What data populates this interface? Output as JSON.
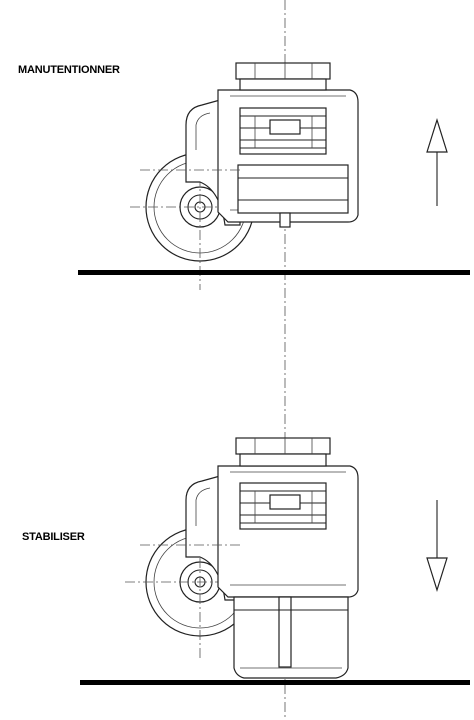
{
  "labels": {
    "handling": "MANUTENTIONNER",
    "stabilize": "STABILISER"
  },
  "arrows": {
    "top": "up",
    "bottom": "down"
  },
  "colors": {
    "ink": "#000000",
    "background": "#ffffff"
  }
}
